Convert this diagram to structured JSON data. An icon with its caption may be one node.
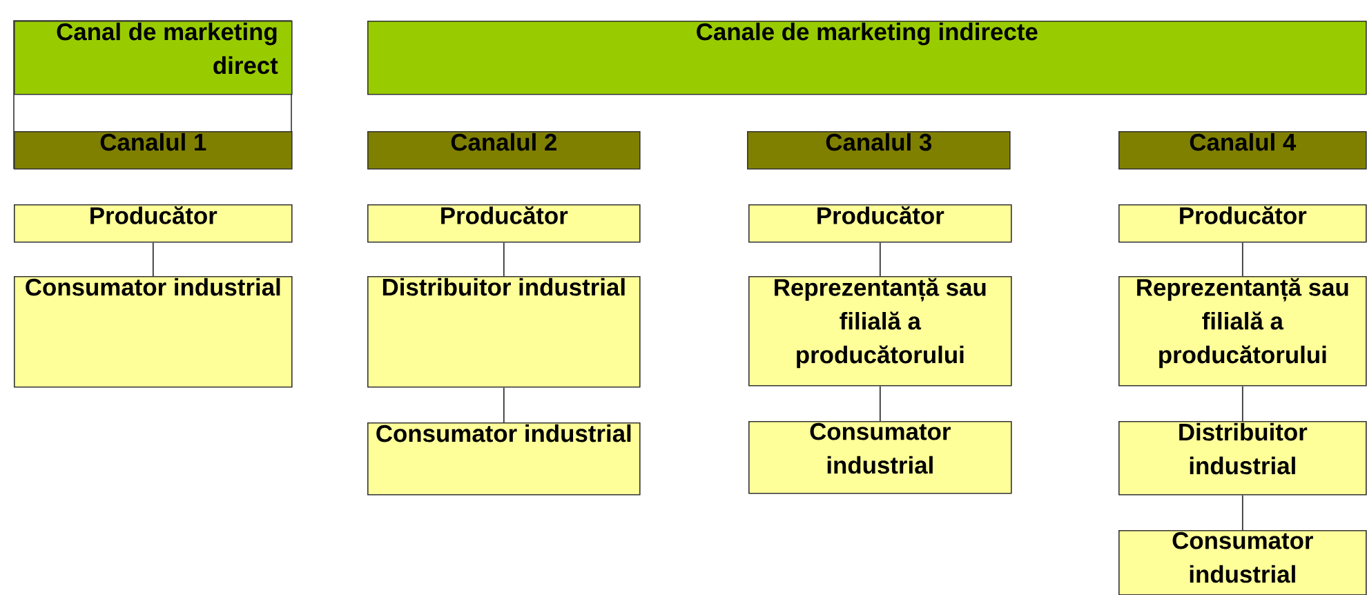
{
  "diagram": {
    "nodes": [
      {
        "text": [
          "Canal de marketing direct"
        ]
      },
      {
        "text": [
          "Canale de marketing indirecte"
        ]
      },
      {
        "text": [
          "Canalul 1"
        ]
      },
      {
        "text": [
          "Canalul 2"
        ]
      },
      {
        "text": [
          "Canalul 3"
        ]
      },
      {
        "text": [
          "Canalul 4"
        ]
      },
      {
        "text": [
          "Producător"
        ]
      },
      {
        "text": [
          "Producător"
        ]
      },
      {
        "text": [
          "Producător"
        ]
      },
      {
        "text": [
          "Producător"
        ]
      },
      {
        "text": [
          "Consumator industrial"
        ]
      },
      {
        "text": [
          "Distribuitor industrial"
        ]
      },
      {
        "text": [
          "Reprezentanță sau filială a producătorului"
        ]
      },
      {
        "text": [
          "Reprezentanță sau filială a producătorului"
        ]
      },
      {
        "text": [
          "Consumator industrial"
        ]
      },
      {
        "text": [
          "Consumator industrial"
        ]
      },
      {
        "text": [
          "Distribuitor industrial"
        ]
      },
      {
        "text": [
          "Consumator industrial"
        ]
      }
    ],
    "edges": [
      {
        "from": 6,
        "to": 10,
        "arrow": "none"
      },
      {
        "from": 7,
        "to": 11,
        "arrow": "none"
      },
      {
        "from": 11,
        "to": 14,
        "arrow": "none"
      },
      {
        "from": 8,
        "to": 12,
        "arrow": "none"
      },
      {
        "from": 12,
        "to": 15,
        "arrow": "none"
      },
      {
        "from": 9,
        "to": 13,
        "arrow": "none"
      },
      {
        "from": 13,
        "to": 16,
        "arrow": "none"
      },
      {
        "from": 16,
        "to": 17,
        "arrow": "none"
      }
    ]
  }
}
